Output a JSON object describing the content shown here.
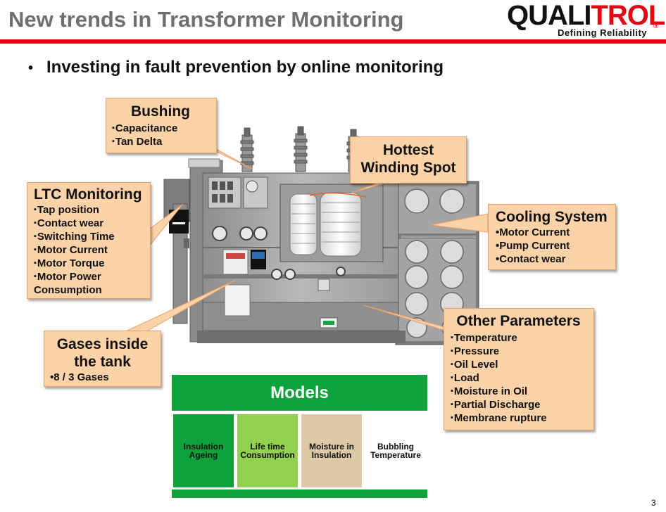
{
  "slide": {
    "title": "New trends in Transformer Monitoring",
    "bullet": "Investing in fault prevention by online monitoring",
    "page_number": "3"
  },
  "logo": {
    "brand": "QUALITROL",
    "tagline": "Defining Reliability",
    "registered": "®",
    "colors": {
      "accent": "#e30613",
      "text": "#111111"
    }
  },
  "callouts": {
    "bushing": {
      "title": "Bushing",
      "items": [
        "Capacitance",
        "Tan Delta"
      ]
    },
    "hottest": {
      "title_line1": "Hottest",
      "title_line2": "Winding Spot"
    },
    "ltc": {
      "title": "LTC Monitoring",
      "items": [
        "Tap position",
        "Contact wear",
        "Switching Time",
        "Motor Current",
        "Motor Torque",
        "Motor Power"
      ],
      "continuation": "Consumption"
    },
    "cooling": {
      "title": "Cooling System",
      "items": [
        "Motor Current",
        "Pump Current",
        "Contact wear"
      ]
    },
    "gases": {
      "title_line1": "Gases inside",
      "title_line2": "the tank",
      "items": [
        "8 / 3 Gases"
      ]
    },
    "other": {
      "title": "Other Parameters",
      "items": [
        "Temperature",
        "Pressure",
        "Oil Level",
        "Load",
        "Moisture in Oil",
        "Partial Discharge",
        "Membrane rupture"
      ]
    }
  },
  "models": {
    "title": "Models",
    "cells": [
      {
        "line1": "Insulation",
        "line2": "Ageing",
        "color": "#0fa23a"
      },
      {
        "line1": "Life time",
        "line2": "Consumption",
        "color": "#92d050"
      },
      {
        "line1": "Moisture in",
        "line2": "Insulation",
        "color": "#ddc9a6"
      },
      {
        "line1": "Bubbling",
        "line2": "Temperature",
        "color": "#ffffff"
      }
    ]
  },
  "colors": {
    "callout_fill": "#fcd2a8",
    "callout_border": "#e8a06a",
    "title_gray": "#6f6f6f",
    "models_green": "#0fa23a"
  }
}
